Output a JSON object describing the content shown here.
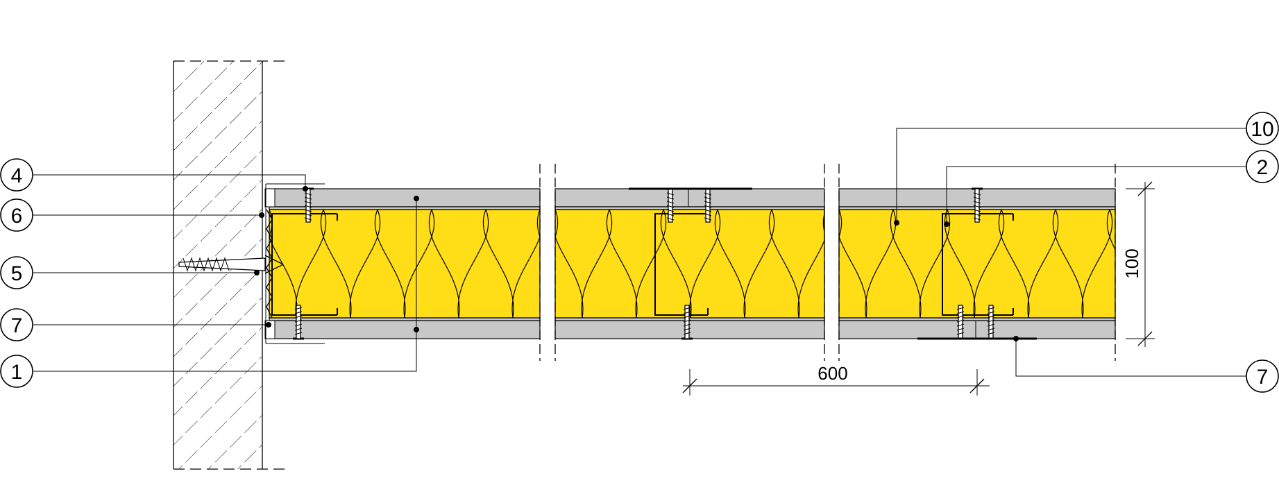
{
  "callouts": [
    {
      "id": "c1",
      "label": "1"
    },
    {
      "id": "c2",
      "label": "2"
    },
    {
      "id": "c4",
      "label": "4"
    },
    {
      "id": "c5",
      "label": "5"
    },
    {
      "id": "c6",
      "label": "6"
    },
    {
      "id": "c7a",
      "label": "7"
    },
    {
      "id": "c7b",
      "label": "7"
    },
    {
      "id": "c10",
      "label": "10"
    }
  ],
  "dimensions": {
    "spacing": "600",
    "thickness": "100"
  },
  "colors": {
    "insulation": "#ffdd17",
    "board": "#c8c8c8",
    "line": "#000000"
  }
}
